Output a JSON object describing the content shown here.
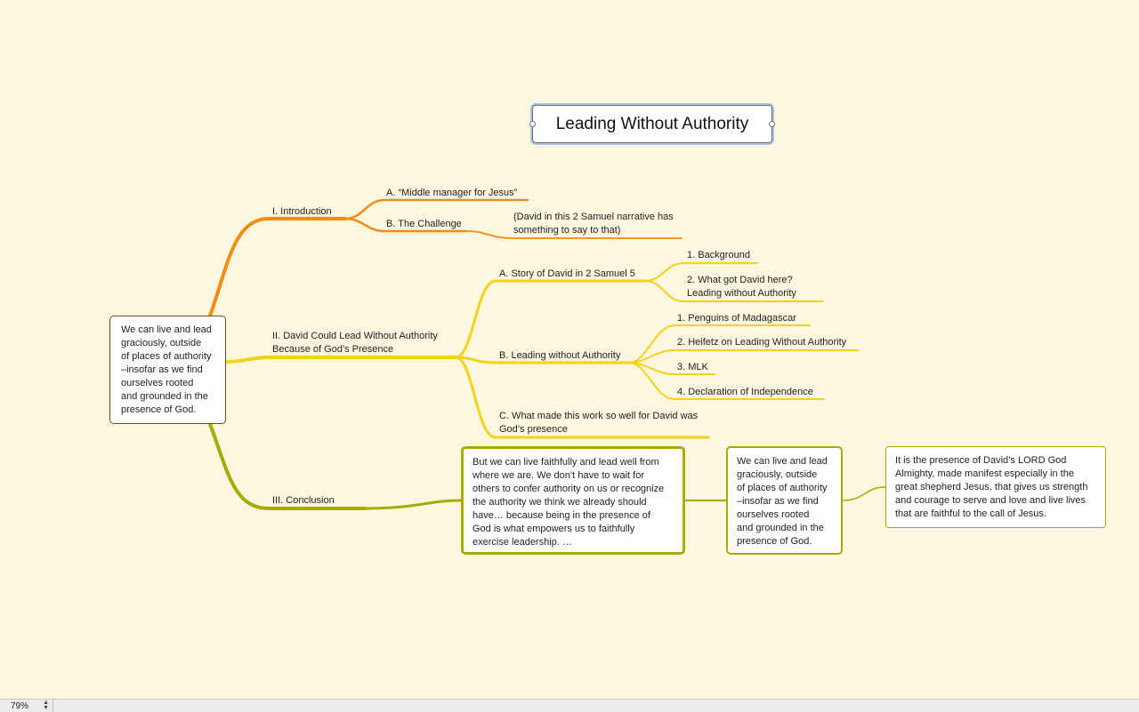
{
  "map": {
    "central": "Leading Without Authority",
    "thesis": "We can live and lead\ngraciously, outside\nof places of authority\n–insofar as we find\nourselves rooted\nand grounded in the\npresence of God.",
    "colors": {
      "background": "#fdf7df",
      "branch_intro": "#f28c13",
      "branch_david": "#f5d21a",
      "branch_conclusion": "#a6ab00",
      "thesis_border": "#7a4a20"
    },
    "branches": {
      "intro": {
        "label": "I. Introduction",
        "a": "A. “Middle manager for Jesus”",
        "b": "B. The Challenge",
        "b_note": "(David in this 2 Samuel narrative has\nsomething to say to that)"
      },
      "david": {
        "label": "II. David Could Lead Without Authority\nBecause of God’s Presence",
        "a": "A. Story of David in 2 Samuel 5",
        "a1": "1. Background",
        "a2": "2. What got David here?\nLeading without Authority",
        "b": "B. Leading without Authority",
        "b1": "1. Penguins of Madagascar",
        "b2": "2. Heifetz on Leading Without Authority",
        "b3": "3. MLK",
        "b4": "4. Declaration of Independence",
        "c": "C. What made this work so well for David was\nGod’s presence"
      },
      "conclusion": {
        "label": "III. Conclusion",
        "box1": "But we can live faithfully and lead well from\nwhere we are. We don’t have to wait for\nothers to confer authority on us or recognize\nthe authority we think we already should\nhave… because being in the presence of\nGod is what empowers us to faithfully\nexercise leadership.  …",
        "box2": "We can live and lead\ngraciously, outside\nof places of authority\n–insofar as we find\nourselves rooted\nand grounded in the\npresence of God.",
        "box3": "It is the presence of David’s LORD God\nAlmighty, made manifest especially in the\ngreat shepherd Jesus, that gives us strength\nand courage to serve and love and live lives\nthat are faithful to the call of Jesus."
      }
    }
  },
  "statusbar": {
    "zoom": "79%"
  }
}
